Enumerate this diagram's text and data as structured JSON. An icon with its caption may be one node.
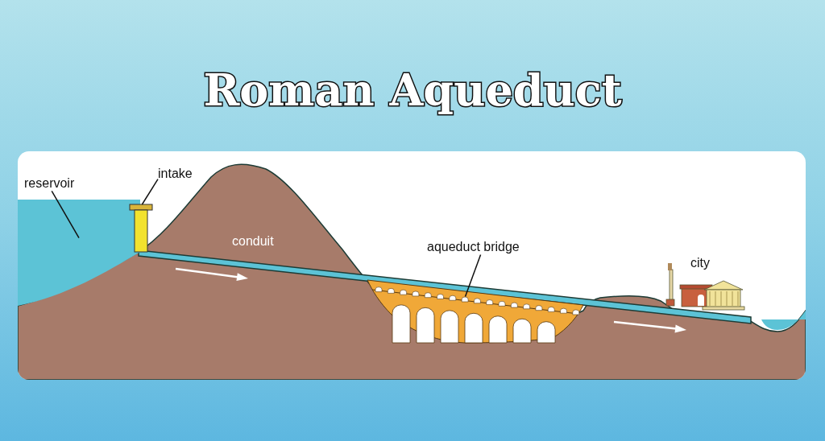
{
  "diagram": {
    "title": "Roman Aqueduct",
    "nodes": [
      {
        "text": [
          "reservoir"
        ]
      },
      {
        "text": [],
        "shape": "picture"
      },
      {
        "text": [
          "intake"
        ]
      },
      {
        "text": [],
        "shape": "box"
      },
      {
        "text": [
          "aqueduct bridge"
        ]
      },
      {
        "text": [],
        "shape": "picture"
      }
    ],
    "edges": [
      {
        "from": 0,
        "to": 1,
        "arrow": "none"
      },
      {
        "from": 2,
        "to": 3,
        "arrow": "none"
      },
      {
        "from": 4,
        "to": 5,
        "arrow": "none"
      }
    ],
    "labels": [
      "conduit",
      "city"
    ]
  }
}
